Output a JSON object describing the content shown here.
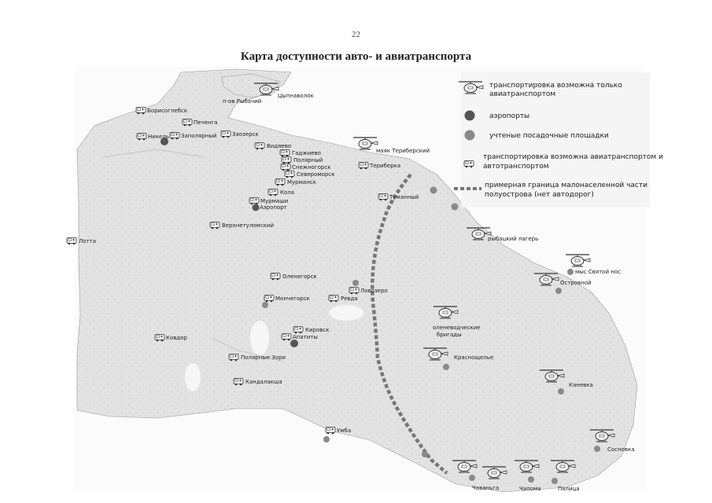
{
  "page_number": "22",
  "title": "Карта доступности авто- и авиатранспорта",
  "legend": {
    "heli_only": [
      "транспортировка возможна только",
      "авиатранспортом"
    ],
    "airports": "аэропорты",
    "pads": "учтеные посадочные площадки",
    "both": [
      "транспортировка возможна  авиатранспортом и",
      "автотранспортом"
    ],
    "border": [
      "примерная граница малонаселенной части",
      "полуострова (нет автодорог)"
    ]
  },
  "places": {
    "rybachy": "п-ов Рыбачий",
    "tsypnavolok": "Цыпнаволок",
    "borisoglebsk": "Борисоглебск",
    "pechenga": "Печенга",
    "zaozersk": "Заозерск",
    "nikel": "Никель",
    "zapolyarny": "Заполярный",
    "vidyaevo": "Видяево",
    "gadzhievo": "Гаджиево",
    "polyarny": "Полярный",
    "snezhnogorsk": "Снежногорск",
    "severomorsk": "Североморск",
    "murmansk": "Мурманск",
    "kola": "Кола",
    "murmashi": "Мурмаши",
    "airport": "Аэропорт",
    "mayak_teriberski": "маяк Териберский",
    "teriberka": "Териберка",
    "tumanny": "Туманный",
    "verkhnetulomsky": "Верхнетуломский",
    "lotta": "Лотта",
    "olenegorsk": "Оленегорск",
    "lovozero": "Ловозеро",
    "revda": "Ревда",
    "monchegorsk": "Мончегорск",
    "kirovsk": "Кировск",
    "apatity": "Апатиты",
    "kovdor": "Ковдор",
    "polyarnye_zori": "Полярные Зори",
    "kandalaksha": "Кандалакша",
    "umba": "Умба",
    "rybatsky_lager": "рыбацкий лагерь",
    "mys_svyatoy_nos": "мыс Святой нос",
    "ostrovnoy": "Островной",
    "olenevod": [
      "оленеводческие",
      "бригады"
    ],
    "krasnoshchelye": "Краснощелье",
    "kanevka": "Каневка",
    "sosnovka": "Сосновка",
    "chavanga": "Чаваньга",
    "chapoma": "Чапома",
    "pyalitsa": "Пялица"
  },
  "colors": {
    "land": "#e2e2e2",
    "sea": "#fbfbfb",
    "marker": "#555555",
    "border_line": "#777777",
    "text": "#1c1c1c"
  }
}
